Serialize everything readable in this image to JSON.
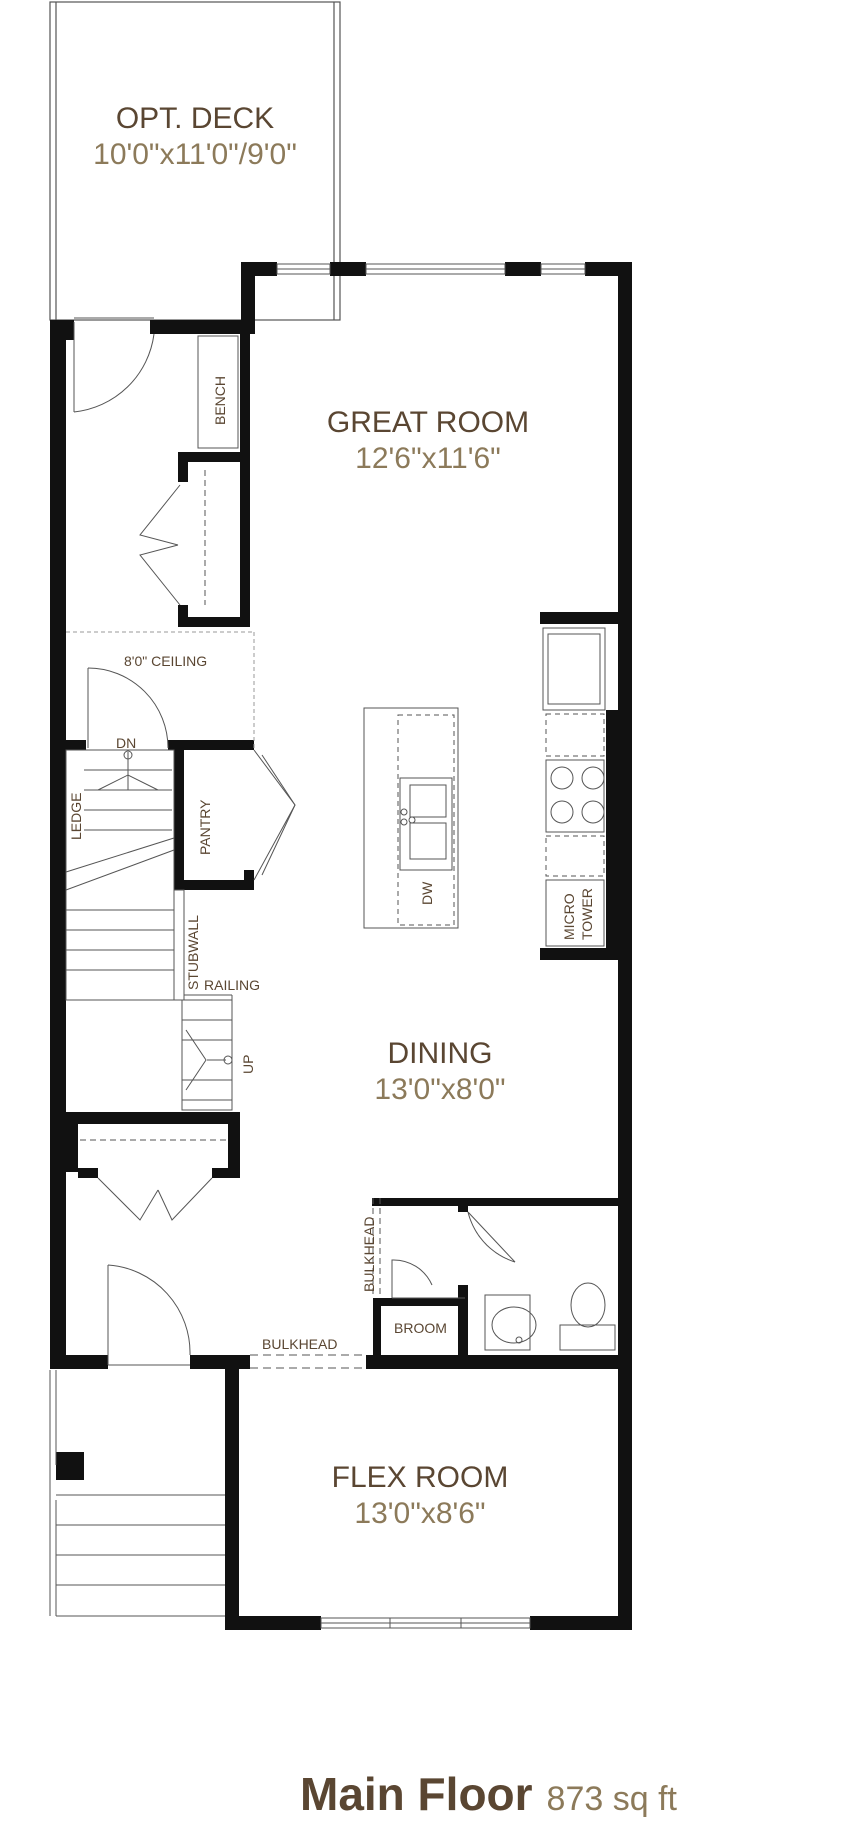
{
  "colors": {
    "room_name": "#5a4632",
    "room_dim": "#8c7a5a",
    "wall": "#111111",
    "line": "#555555"
  },
  "title": {
    "main": "Main Floor",
    "sub": "873 sq ft"
  },
  "rooms": {
    "deck": {
      "name": "OPT. DECK",
      "dims": "10'0\"x11'0\"/9'0\""
    },
    "great": {
      "name": "GREAT ROOM",
      "dims": "12'6\"x11'6\""
    },
    "dining": {
      "name": "DINING",
      "dims": "13'0\"x8'0\""
    },
    "flex": {
      "name": "FLEX ROOM",
      "dims": "13'0\"x8'6\""
    }
  },
  "labels": {
    "bench": "BENCH",
    "ceiling": "8'0\" CEILING",
    "dn": "DN",
    "ledge": "LEDGE",
    "pantry": "PANTRY",
    "stubwall": "STUBWALL",
    "railing": "RAILING",
    "up": "UP",
    "dw": "DW",
    "micro": "MICRO",
    "tower": "TOWER",
    "bulkhead_v": "BULKHEAD",
    "bulkhead_h": "BULKHEAD",
    "broom": "BROOM"
  }
}
